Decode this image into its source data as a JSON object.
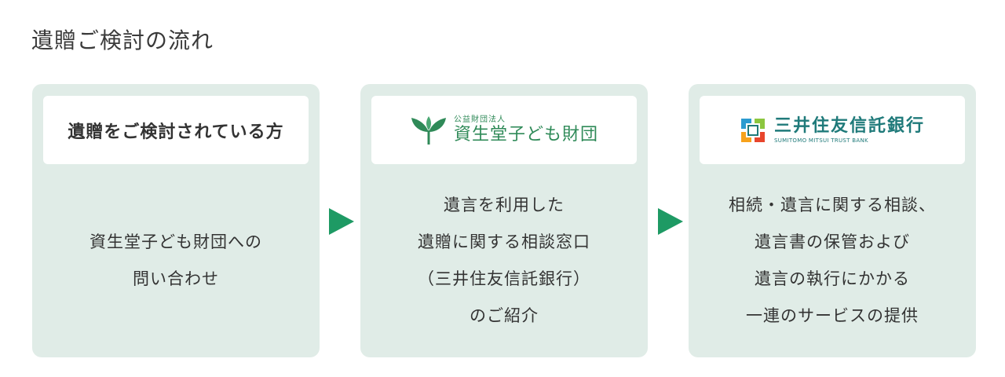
{
  "page": {
    "title": "遺贈ご検討の流れ"
  },
  "colors": {
    "card_background": "#e0ece7",
    "arrow": "#1e9a64",
    "shiseido_green": "#2f8a58",
    "smtb_teal": "#1f7a7a"
  },
  "steps": [
    {
      "header": "遺贈をご検討されている方",
      "lines": [
        "資生堂子ども財団への",
        "問い合わせ"
      ]
    },
    {
      "logo": {
        "icon": "leaf-sprout-icon",
        "small_text": "公益財団法人",
        "main_text": "資生堂子ども財団"
      },
      "lines": [
        "遺言を利用した",
        "遺贈に関する相談窓口",
        "（三井住友信託銀行）",
        "のご紹介"
      ]
    },
    {
      "logo": {
        "icon": "smtb-emblem-icon",
        "main_text": "三井住友信託銀行",
        "sub_text": "SUMITOMO MITSUI TRUST BANK"
      },
      "lines": [
        "相続・遺言に関する相談、",
        "遺言書の保管および",
        "遺言の執行にかかる",
        "一連のサービスの提供"
      ]
    }
  ],
  "arrows": [
    {
      "icon": "triangle-right-icon"
    },
    {
      "icon": "triangle-right-icon"
    }
  ]
}
